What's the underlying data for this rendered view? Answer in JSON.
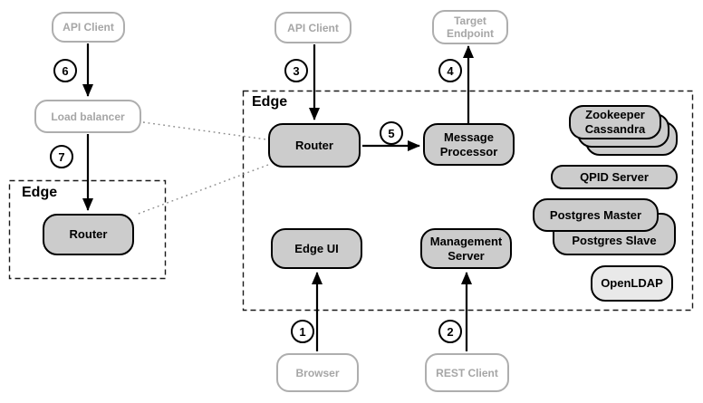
{
  "regions": {
    "left_edge": {
      "label": "Edge"
    },
    "main_edge": {
      "label": "Edge"
    }
  },
  "nodes": {
    "api_client_left": {
      "label": "API Client"
    },
    "load_balancer": {
      "label": "Load balancer"
    },
    "router_left": {
      "label": "Router"
    },
    "api_client_center": {
      "label": "API Client"
    },
    "target_endpoint": {
      "line1": "Target",
      "line2": "Endpoint"
    },
    "router_main": {
      "label": "Router"
    },
    "message_processor": {
      "line1": "Message",
      "line2": "Processor"
    },
    "edge_ui": {
      "label": "Edge UI"
    },
    "management_server": {
      "line1": "Management",
      "line2": "Server"
    },
    "browser": {
      "label": "Browser"
    },
    "rest_client": {
      "label": "REST Client"
    },
    "zookeeper_cassandra": {
      "line1": "Zookeeper",
      "line2": "Cassandra"
    },
    "qpid_server": {
      "label": "QPID Server"
    },
    "postgres_master": {
      "label": "Postgres Master"
    },
    "postgres_slave": {
      "label": "Postgres Slave"
    },
    "openldap": {
      "label": "OpenLDAP"
    }
  },
  "steps": {
    "s1": "1",
    "s2": "2",
    "s3": "3",
    "s4": "4",
    "s5": "5",
    "s6": "6",
    "s7": "7"
  },
  "colors": {
    "node_fill": "#cccccc",
    "node_fill_light": "#e9e9e9",
    "node_border": "#000000",
    "external_border": "#aeaeae",
    "external_text": "#a6a6a6",
    "background": "#ffffff"
  }
}
